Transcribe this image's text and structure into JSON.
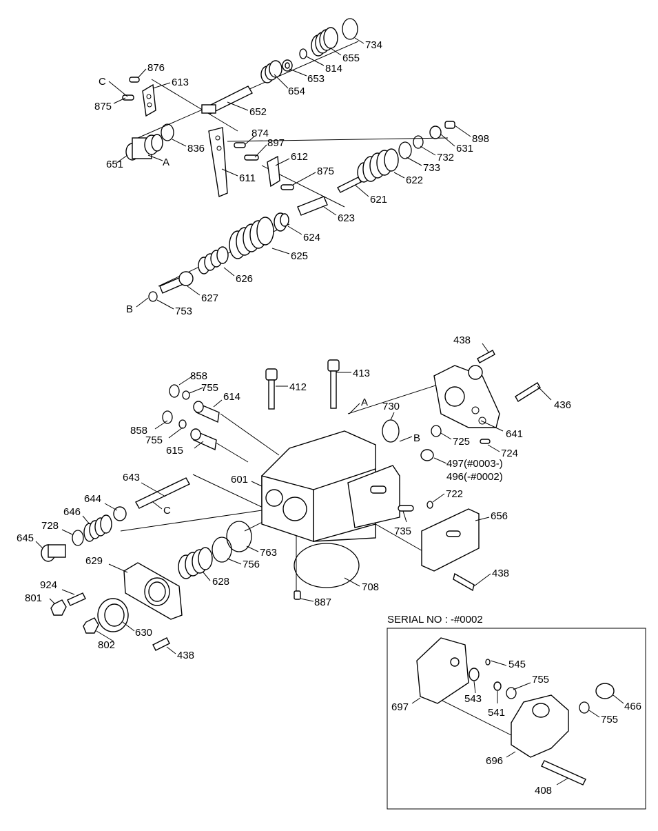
{
  "diagram": {
    "callouts": [
      "876",
      "613",
      "C",
      "875",
      "652",
      "654",
      "653",
      "814",
      "655",
      "734",
      "836",
      "651",
      "A",
      "874",
      "897",
      "611",
      "612",
      "875",
      "621",
      "622",
      "733",
      "732",
      "631",
      "898",
      "623",
      "624",
      "625",
      "626",
      "627",
      "B",
      "753",
      "438",
      "858",
      "755",
      "412",
      "413",
      "614",
      "A",
      "730",
      "436",
      "858",
      "755",
      "615",
      "B",
      "641",
      "725",
      "724",
      "601",
      "497(#0003-)",
      "496(-#0002)",
      "643",
      "722",
      "644",
      "646",
      "C",
      "728",
      "645",
      "735",
      "656",
      "763",
      "756",
      "629",
      "628",
      "708",
      "438",
      "924",
      "887",
      "801",
      "630",
      "802",
      "438"
    ],
    "inset": {
      "title": "SERIAL NO : -#0002",
      "callouts": [
        "545",
        "755",
        "697",
        "543",
        "541",
        "466",
        "755",
        "696",
        "408"
      ]
    }
  }
}
